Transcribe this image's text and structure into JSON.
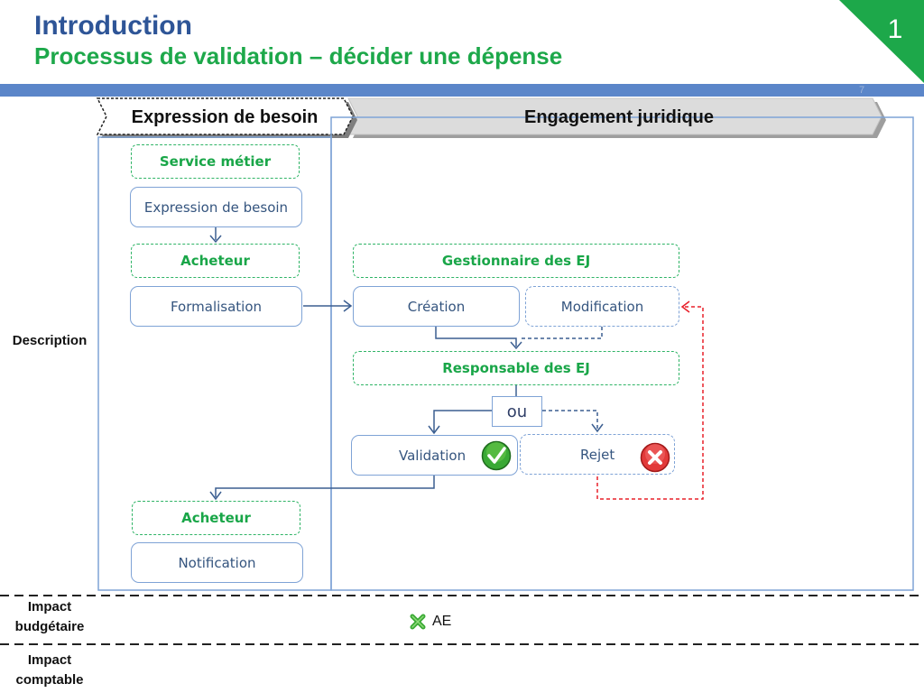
{
  "header": {
    "title": "Introduction",
    "subtitle": "Processus de validation – décider une dépense",
    "corner_number": "1",
    "page_number": "7"
  },
  "colors": {
    "title_blue": "#2e5597",
    "title_green": "#1da84a",
    "band_blue": "#5b86c9",
    "corner_green": "#1da84a",
    "role_green": "#19a648",
    "step_border": "#7fa3d6",
    "reject_red": "#e8202a"
  },
  "phases": {
    "expression": "Expression de besoin",
    "engagement": "Engagement juridique"
  },
  "row_labels": {
    "description": "Description",
    "impact_budgetaire_line1": "Impact",
    "impact_budgetaire_line2": "budgétaire",
    "impact_comptable_line1": "Impact",
    "impact_comptable_line2": "comptable"
  },
  "roles": {
    "service_metier": "Service métier",
    "acheteur_1": "Acheteur",
    "gestionnaire_ej": "Gestionnaire des EJ",
    "responsable_ej": "Responsable des EJ",
    "acheteur_2": "Acheteur"
  },
  "steps": {
    "expression_besoin": "Expression de besoin",
    "formalisation": "Formalisation",
    "creation": "Création",
    "modification": "Modification",
    "ou": "ou",
    "validation": "Validation",
    "rejet": "Rejet",
    "notification": "Notification"
  },
  "icons": {
    "validation": "green-checkmark-icon",
    "rejet": "red-x-icon",
    "ae": "green-x-icon"
  },
  "impact": {
    "ae": "AE"
  }
}
